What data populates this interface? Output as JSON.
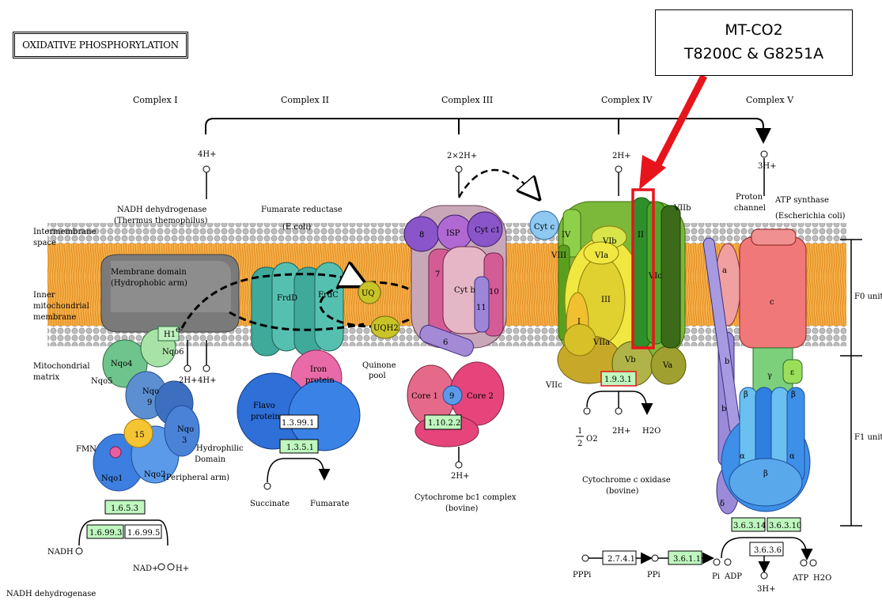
{
  "title": "OXIDATIVE PHOSPHORYLATION",
  "callout": {
    "line1": "MT-CO2",
    "line2": "T8200C & G8251A"
  },
  "complexes": [
    "Complex I",
    "Complex II",
    "Complex III",
    "Complex IV",
    "Complex V"
  ],
  "membrane_labels": {
    "intermembrane": [
      "Intermembrane",
      "space"
    ],
    "inner": [
      "Inner",
      "mitochondrial",
      "membrane"
    ],
    "matrix": [
      "Mitochondrial",
      "matrix"
    ]
  },
  "protons": {
    "c1": "4H+",
    "c3": "2×2H+",
    "c4": "2H+",
    "c5": "3H+",
    "c1_lower_a": "2H+",
    "c1_lower_b": "4H+",
    "c3_lower": "2H+",
    "c4_lower": "2H+",
    "c5_lower": "3H+"
  },
  "complex1": {
    "name": [
      "NADH dehydrogenase",
      "(Thermus themophilus)"
    ],
    "membrane_domain": [
      "Membrane domain",
      "(Hydrophobic arm)"
    ],
    "hydrophilic": [
      "Hydrophilic",
      "Domain",
      "(Peripheral arm)"
    ],
    "subunits": [
      "Nqo6",
      "Nqo4",
      "Nqo5",
      "Nqo",
      "9",
      "H1",
      "15",
      "Nqo",
      "3",
      "Nqo1",
      "Nqo2"
    ],
    "fmn": "FMN",
    "electron": "e-",
    "ec": [
      "1.6.5.3",
      "1.6.99.3",
      "1.6.99.5"
    ],
    "nadh": "NADH",
    "nad": "NAD+",
    "h": "H+",
    "footer": "NADH dehydrogenase"
  },
  "complex2": {
    "name": [
      "Fumarate reductase",
      "(E.coli)"
    ],
    "subunits": [
      "FrdD",
      "FrdC",
      "Flavo",
      "protein",
      "Iron",
      "protein"
    ],
    "ec": [
      "1.3.99.1",
      "1.3.5.1"
    ],
    "succinate": "Succinate",
    "fumarate": "Fumarate"
  },
  "quinone": {
    "uq": "UQ",
    "uqh2": "UQH2",
    "pool": [
      "Quinone",
      "pool"
    ]
  },
  "complex3": {
    "subunits": [
      "8",
      "ISP",
      "Cyt c1",
      "7",
      "Cyt b",
      "10",
      "11",
      "6",
      "Core 1",
      "9",
      "Core 2"
    ],
    "ec": "1.10.2.2",
    "name": [
      "Cytochrome bc1 complex",
      "(bovine)"
    ]
  },
  "complex4": {
    "cytc": "Cyt c",
    "subunits": [
      "IV",
      "VIII",
      "VIb",
      "VIa",
      "III",
      "I",
      "VIIa",
      "Vb",
      "Va",
      "II",
      "VIc",
      "VIIb",
      "VIIc"
    ],
    "ec": "1.9.3.1",
    "o2": "O2",
    "half": [
      "1",
      "2"
    ],
    "h2o": "H2O",
    "name": [
      "Cytochrome c oxidase",
      "(bovine)"
    ]
  },
  "complex5": {
    "proton_channel": [
      "Proton",
      "channel"
    ],
    "name": [
      "ATP synthase",
      "(Escherichia coli)"
    ],
    "subunits": [
      "a",
      "c",
      "b",
      "γ",
      "ε",
      "b",
      "β",
      "β",
      "α",
      "α",
      "β",
      "δ"
    ],
    "f0": "F0 unit",
    "f1": "F1 unit",
    "ec": [
      "3.6.3.14",
      "3.6.3.10",
      "3.6.3.6"
    ],
    "pi": "Pi",
    "adp": "ADP",
    "atp": "ATP",
    "h2o": "H2O"
  },
  "bottom": {
    "pppi": "PPPi",
    "ec1": "2.7.4.1",
    "ppi": "PPi",
    "ec2": "3.6.1.1"
  },
  "colors": {
    "highlight": "#e8141c",
    "ec_green": "#bff7bf",
    "membrane_orange": "#f5a83c"
  }
}
